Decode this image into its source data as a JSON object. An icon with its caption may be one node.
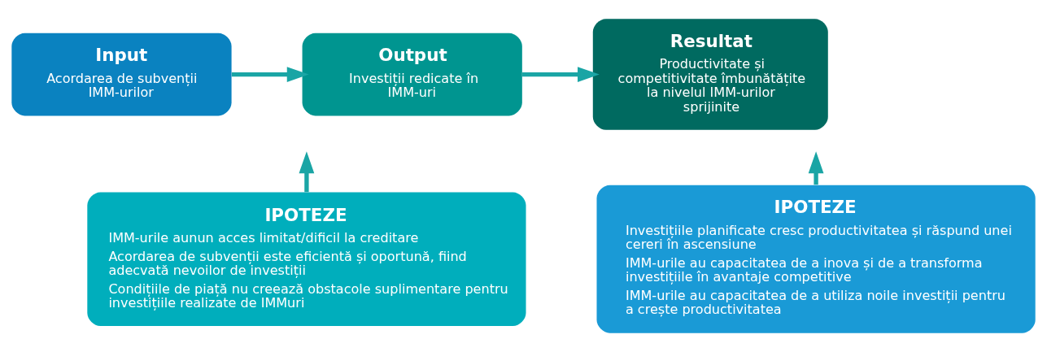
{
  "diagram": {
    "nodes": [
      {
        "text": [
          "Input",
          "Acordarea de subvenții IMM-urilor"
        ]
      },
      {
        "text": [
          "Output",
          "Investiții redicate în IMM-uri"
        ]
      },
      {
        "text": [
          "Resultat",
          "Productivitate și competitivitate îmbunătățite la nivelul IMM-urilor sprijinite"
        ]
      },
      {
        "text": [
          "IPOTEZE",
          "IMM-urile aunun acces limitat/dificil la creditare",
          "Acordarea de subvenții este eficientă și oportună, fiind adecvată nevoilor de investiții",
          "Condițiile de piață nu creează obstacole suplimentare pentru investițiile realizate de IMMuri"
        ]
      },
      {
        "text": [
          "IPOTEZE",
          "Investițiile planificate cresc productivitatea și răspund unei cereri în ascensiune",
          "IMM-urile au capacitatea de a inova și de a transforma investițiile în avantaje competitive",
          "IMM-urile au capacitatea de a utiliza noile investiții pentru a crește productivitatea"
        ]
      }
    ],
    "edges": [
      {
        "from": 0,
        "to": 1,
        "arrow": "to"
      },
      {
        "from": 1,
        "to": 2,
        "arrow": "to"
      },
      {
        "from": 3,
        "to": null,
        "arrow": "to"
      },
      {
        "from": 4,
        "to": null,
        "arrow": "to"
      }
    ]
  }
}
